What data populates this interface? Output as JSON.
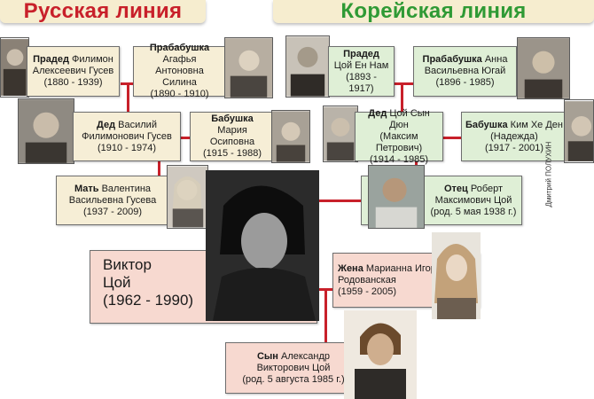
{
  "header": {
    "russian_line": "Русская линия",
    "korean_line": "Корейская линия"
  },
  "credit": "Дмитрий ПОЛУХИН",
  "colors": {
    "accent_red": "#c8202a",
    "accent_green": "#2f9a35",
    "card_russian": "#f6eed6",
    "card_korean": "#dfefd6",
    "card_core": "#f7d9d0"
  },
  "people": {
    "great_grandfather_ru": {
      "role": "Прадед",
      "name": "Филимон Алексеевич Гусев",
      "years": "(1880 - 1939)"
    },
    "great_grandmother_ru": {
      "role": "Прабабушка",
      "name": "Агафья Антоновна Силина",
      "years": "(1890 - 1910)"
    },
    "great_grandfather_ko": {
      "role": "Прадед",
      "name": "Цой Ен Нам",
      "years": "(1893 - 1917)"
    },
    "great_grandmother_ko": {
      "role": "Прабабушка",
      "name": "Анна Васильевна Югай",
      "years": "(1896 - 1985)"
    },
    "grandfather_ru": {
      "role": "Дед",
      "name": "Василий Филимонович Гусев",
      "years": "(1910 - 1974)"
    },
    "grandmother_ru": {
      "role": "Бабушка",
      "name": "Мария Осиповна",
      "years": "(1915 - 1988)"
    },
    "grandfather_ko": {
      "role": "Дед",
      "name": "Цой Сын Дюн",
      "alt": "(Максим Петрович)",
      "years": "(1914 - 1985)"
    },
    "grandmother_ko": {
      "role": "Бабушка",
      "name": "Ким Хе Ден",
      "alt": "(Надежда)",
      "years": "(1917 - 2001)"
    },
    "mother": {
      "role": "Мать",
      "name": "Валентина Васильевна Гусева",
      "years": "(1937 - 2009)"
    },
    "father": {
      "role": "Отец",
      "name": "Роберт Максимович Цой",
      "years": "(род. 5 мая 1938 г.)"
    },
    "viktor": {
      "first": "Виктор",
      "last": "Цой",
      "years": "(1962 - 1990)"
    },
    "wife": {
      "role": "Жена",
      "name": "Марианна Игоревна Родованская",
      "years": "(1959 - 2005)"
    },
    "son": {
      "role": "Сын",
      "name": "Александр Викторович Цой",
      "years": "(род. 5 августа 1985 г.)"
    }
  }
}
